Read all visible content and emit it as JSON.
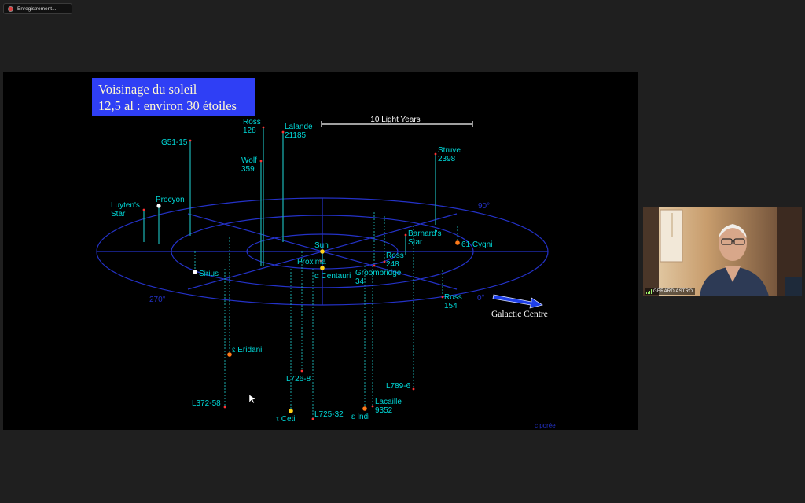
{
  "recording": {
    "label": "Enregistrement..."
  },
  "slide": {
    "title_line1": "Voisinage du soleil",
    "title_line2": "12,5 al : environ 30 étoiles",
    "scale_label": "10 Light Years",
    "degree_90": "90°",
    "degree_270": "270°",
    "degree_0": "0°",
    "galactic_centre": "Galactic Centre",
    "credit": "c porée",
    "stars": [
      {
        "id": "ross128",
        "lines": [
          "Ross",
          "128"
        ]
      },
      {
        "id": "lalande",
        "lines": [
          "Lalande",
          "21185"
        ]
      },
      {
        "id": "g5115",
        "lines": [
          "G51-15"
        ]
      },
      {
        "id": "wolf359",
        "lines": [
          "Wolf",
          "359"
        ]
      },
      {
        "id": "struve",
        "lines": [
          "Struve",
          "2398"
        ]
      },
      {
        "id": "luyten",
        "lines": [
          "Luyten's",
          "Star"
        ]
      },
      {
        "id": "procyon",
        "lines": [
          "Procyon"
        ]
      },
      {
        "id": "barnard",
        "lines": [
          "Barnard's",
          "Star"
        ]
      },
      {
        "id": "cygni",
        "lines": [
          "61 Cygni"
        ]
      },
      {
        "id": "sun",
        "lines": [
          "Sun"
        ]
      },
      {
        "id": "proxima",
        "lines": [
          "Proxima"
        ]
      },
      {
        "id": "acentauri",
        "lines": [
          "α Centauri"
        ]
      },
      {
        "id": "ross248",
        "lines": [
          "Ross",
          "248"
        ]
      },
      {
        "id": "groombridge",
        "lines": [
          "Groombridge",
          "34"
        ]
      },
      {
        "id": "sirius",
        "lines": [
          "Sirius"
        ]
      },
      {
        "id": "ross154",
        "lines": [
          "Ross",
          "154"
        ]
      },
      {
        "id": "eridani",
        "lines": [
          "ε Eridani"
        ]
      },
      {
        "id": "l7268",
        "lines": [
          "L726-8"
        ]
      },
      {
        "id": "l7896",
        "lines": [
          "L789-6"
        ]
      },
      {
        "id": "lacaille",
        "lines": [
          "Lacaille",
          "9352"
        ]
      },
      {
        "id": "l37258",
        "lines": [
          "L372-58"
        ]
      },
      {
        "id": "tceti",
        "lines": [
          "τ Ceti"
        ]
      },
      {
        "id": "l72532",
        "lines": [
          "L725-32"
        ]
      },
      {
        "id": "eindi",
        "lines": [
          "ε Indi"
        ]
      }
    ]
  },
  "participant": {
    "name": "GERARD ASTRO"
  },
  "colors": {
    "label": "#00d8d8",
    "grid": "#2432c8",
    "stem": "#1aa8a8",
    "title_bg": "#2f3ff5",
    "title_text": "#fff8d2"
  }
}
